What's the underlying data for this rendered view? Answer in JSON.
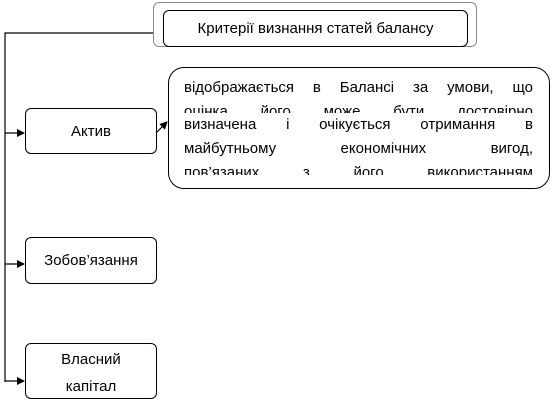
{
  "title": "Критерії визнання статей балансу",
  "items": {
    "asset": "Актив",
    "liability": "Зобов’язання",
    "equity_line1": "Власний",
    "equity_line2": "капітал"
  },
  "asset_description": {
    "lines": [
      "відображається в Балансі за умови, що",
      "оцінка його може бути достовірно",
      "визначена і очікується отримання в",
      "майбутньому економічних вигод,",
      "пов’язаних з його використанням"
    ]
  }
}
